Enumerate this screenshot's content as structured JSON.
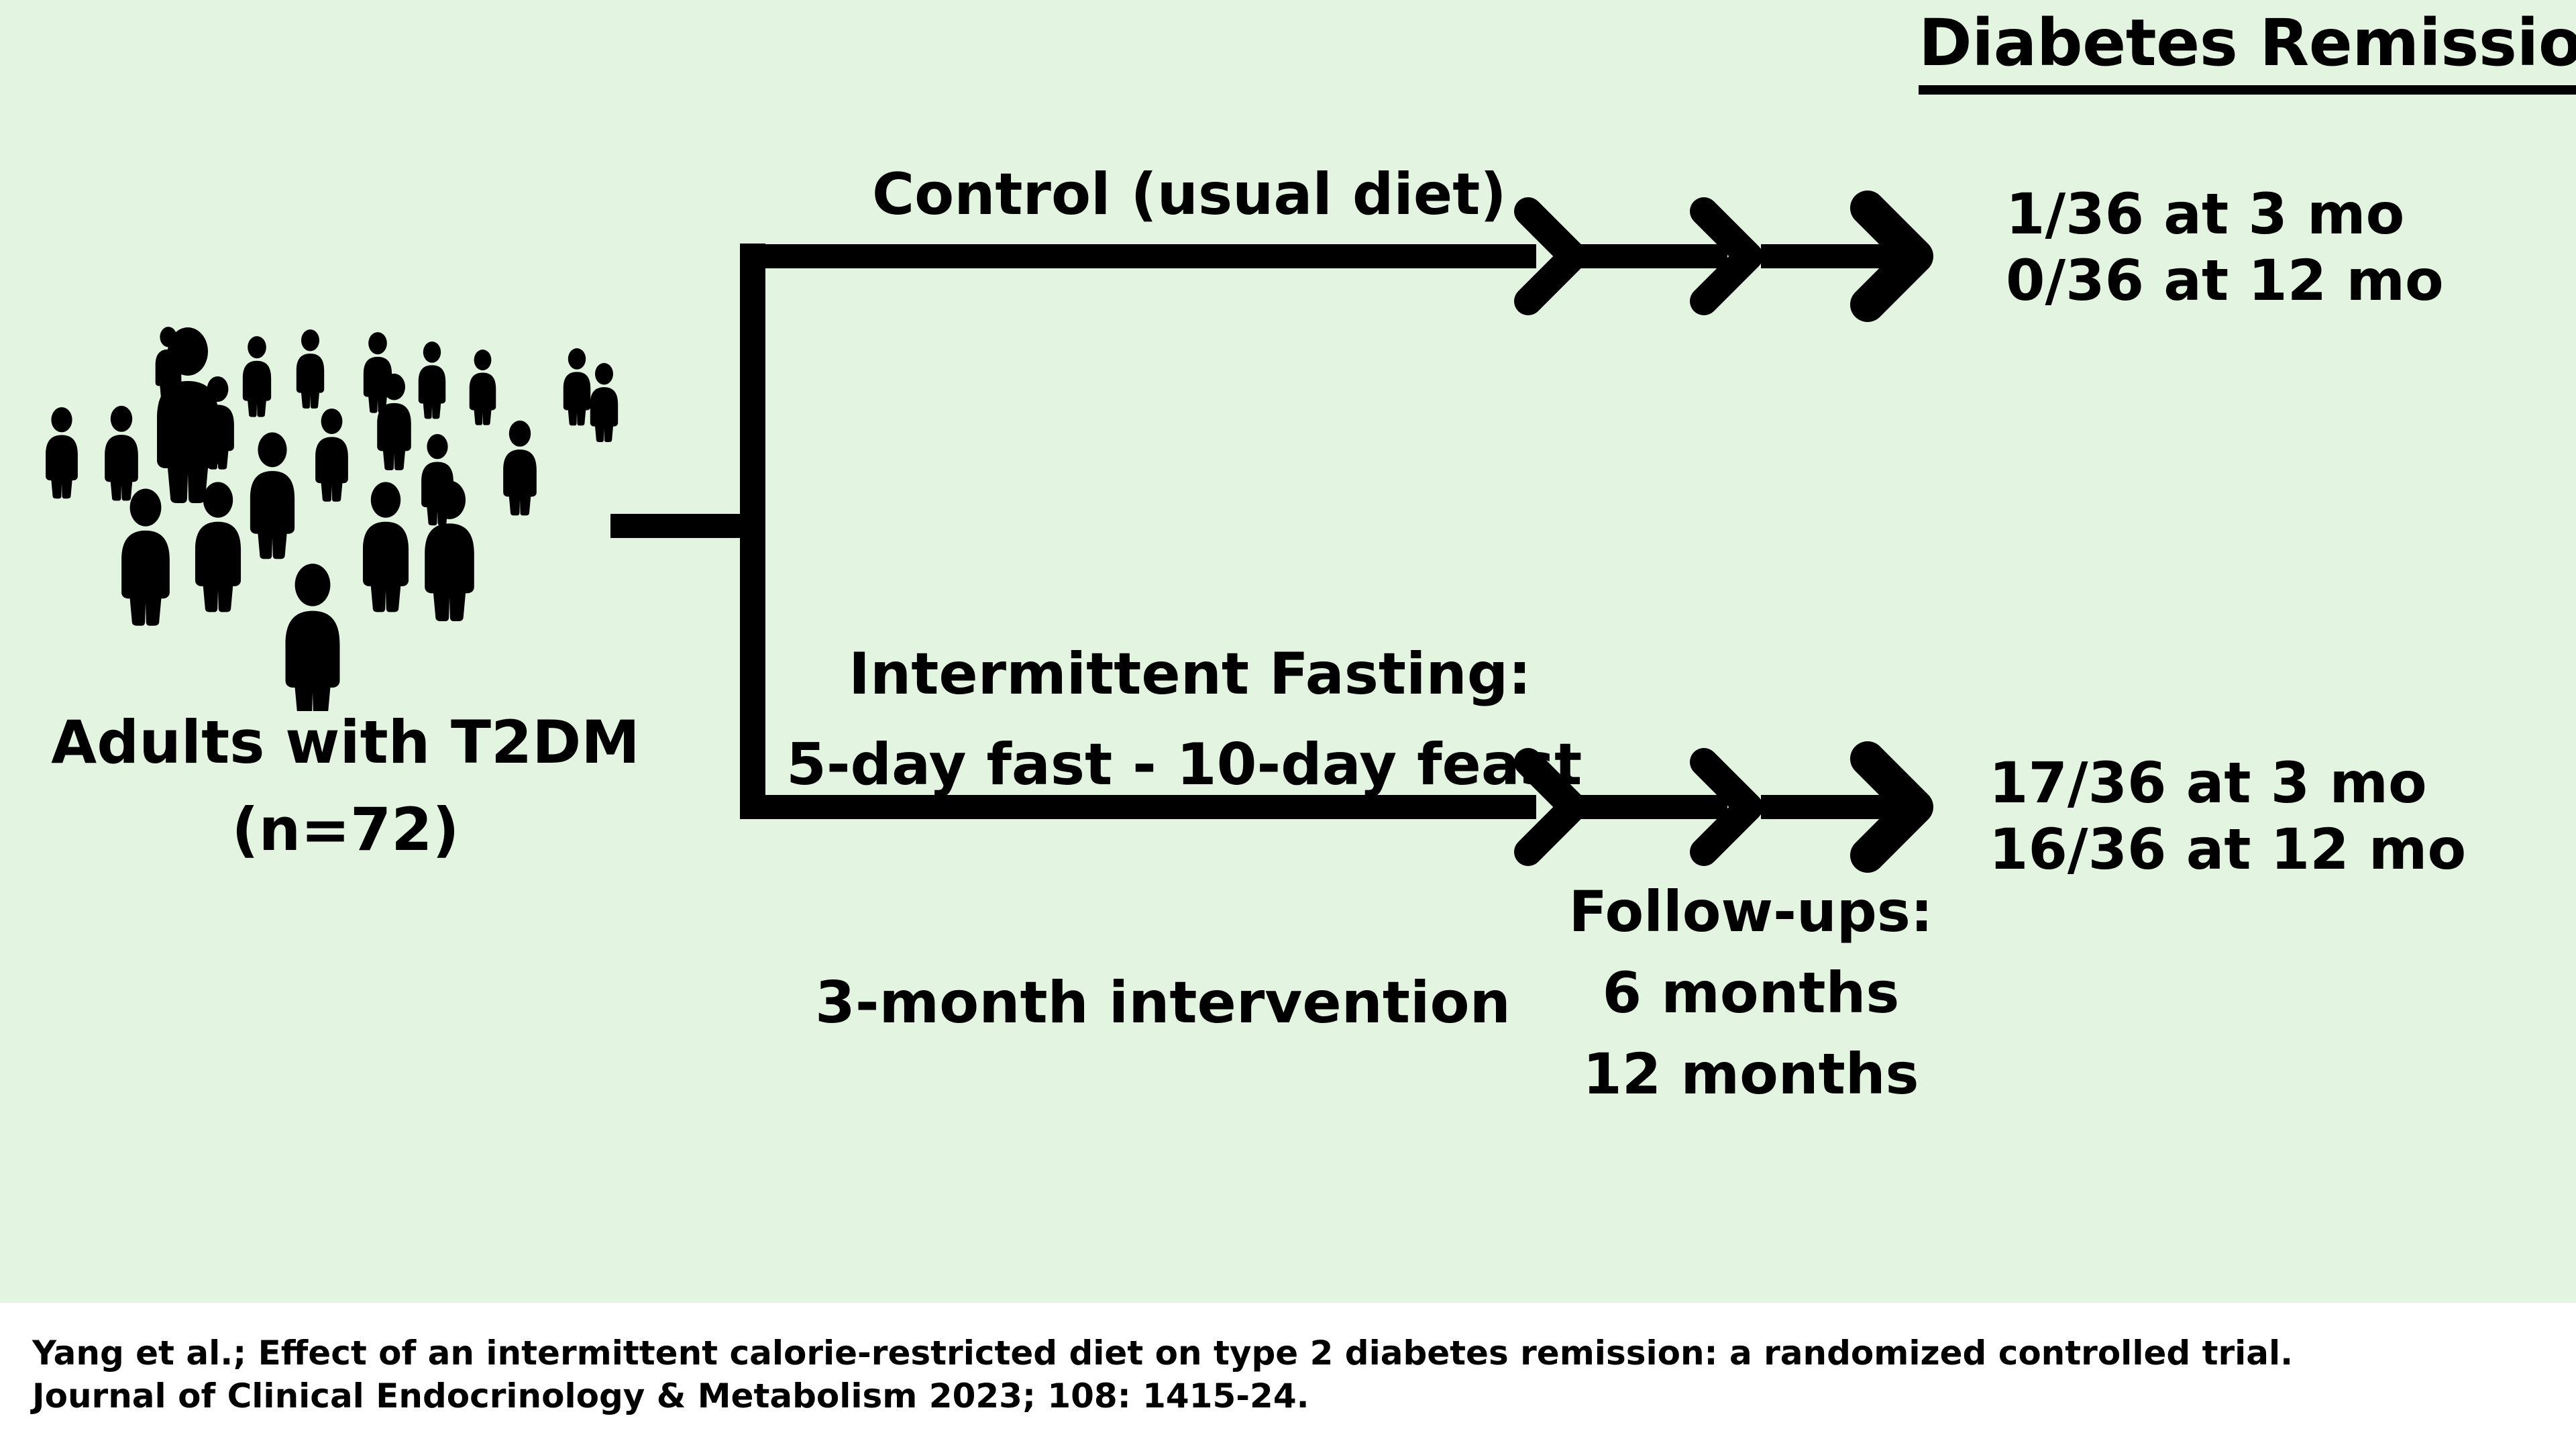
{
  "colors": {
    "panel_background": "#e3f5e1",
    "page_background": "#ffffff",
    "ink": "#000000"
  },
  "header": {
    "title": "Diabetes Remission"
  },
  "population": {
    "icon": "crowd-of-people-icon",
    "label": "Adults with T2DM",
    "count": "(n=72)"
  },
  "arms": [
    {
      "id": "control",
      "label": "Control (usual diet)",
      "results": [
        "1/36 at 3 mo",
        "0/36 at 12 mo"
      ]
    },
    {
      "id": "intermittent-fasting",
      "label_line1": "Intermittent Fasting:",
      "label_line2": "5-day fast - 10-day feast",
      "results": [
        "17/36 at 3 mo",
        "16/36 at 12 mo"
      ]
    }
  ],
  "timeline": {
    "intervention": "3-month intervention",
    "followups_heading": "Follow-ups:",
    "followups": [
      "6 months",
      "12 months"
    ]
  },
  "citation": {
    "line1": "Yang et al.; Effect of an intermittent calorie-restricted diet on type 2 diabetes remission: a randomized controlled trial.",
    "line2": "Journal of Clinical Endocrinology & Metabolism 2023; 108: 1415-24."
  },
  "chart_data": {
    "type": "diagram",
    "title": "Diabetes Remission",
    "study_design": "randomized controlled trial flow diagram",
    "total_participants": 72,
    "arms": [
      {
        "name": "Control (usual diet)",
        "n": 36,
        "remission_3_mo": {
          "numerator": 1,
          "denominator": 36,
          "label": "1/36 at 3 mo"
        },
        "remission_12_mo": {
          "numerator": 0,
          "denominator": 36,
          "label": "0/36 at 12 mo"
        }
      },
      {
        "name": "Intermittent Fasting: 5-day fast - 10-day feast",
        "n": 36,
        "remission_3_mo": {
          "numerator": 17,
          "denominator": 36,
          "label": "17/36 at 3 mo"
        },
        "remission_12_mo": {
          "numerator": 16,
          "denominator": 36,
          "label": "16/36 at 12 mo"
        }
      }
    ],
    "intervention_duration": "3-month intervention",
    "followup_times": [
      "6 months",
      "12 months"
    ]
  }
}
